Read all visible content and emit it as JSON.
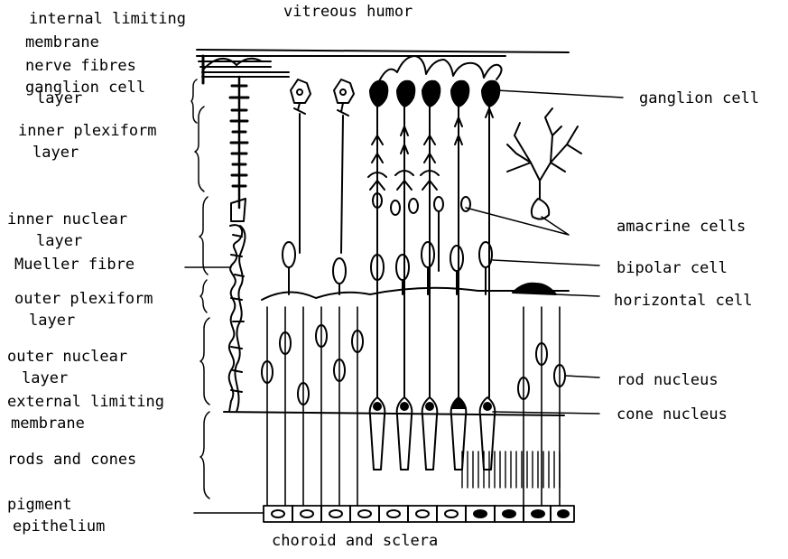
{
  "figure": {
    "top_label": "vitreous humor",
    "bottom_label": "choroid and sclera",
    "left_labels": [
      {
        "id": "ilm",
        "text": "internal limiting"
      },
      {
        "id": "ilm2",
        "text": "membrane"
      },
      {
        "id": "nf",
        "text": "nerve fibres"
      },
      {
        "id": "gcl",
        "text": "ganglion cell"
      },
      {
        "id": "gcl2",
        "text": "layer"
      },
      {
        "id": "ipl",
        "text": "inner plexiform"
      },
      {
        "id": "ipl2",
        "text": "layer"
      },
      {
        "id": "inl",
        "text": "inner nuclear"
      },
      {
        "id": "inl2",
        "text": "layer"
      },
      {
        "id": "mf",
        "text": "Mueller fibre"
      },
      {
        "id": "opl",
        "text": "outer plexiform"
      },
      {
        "id": "opl2",
        "text": "layer"
      },
      {
        "id": "onl",
        "text": "outer nuclear"
      },
      {
        "id": "onl2",
        "text": "layer"
      },
      {
        "id": "elm",
        "text": "external limiting"
      },
      {
        "id": "elm2",
        "text": "membrane"
      },
      {
        "id": "rc",
        "text": "rods and cones"
      },
      {
        "id": "pe",
        "text": "pigment"
      },
      {
        "id": "pe2",
        "text": "epithelium"
      }
    ],
    "right_labels": [
      {
        "id": "gc",
        "text": "ganglion cell"
      },
      {
        "id": "ac",
        "text": "amacrine cells"
      },
      {
        "id": "bc",
        "text": "bipolar cell"
      },
      {
        "id": "hc",
        "text": "horizontal cell"
      },
      {
        "id": "rn",
        "text": "rod nucleus"
      },
      {
        "id": "cn",
        "text": "cone nucleus"
      }
    ]
  }
}
